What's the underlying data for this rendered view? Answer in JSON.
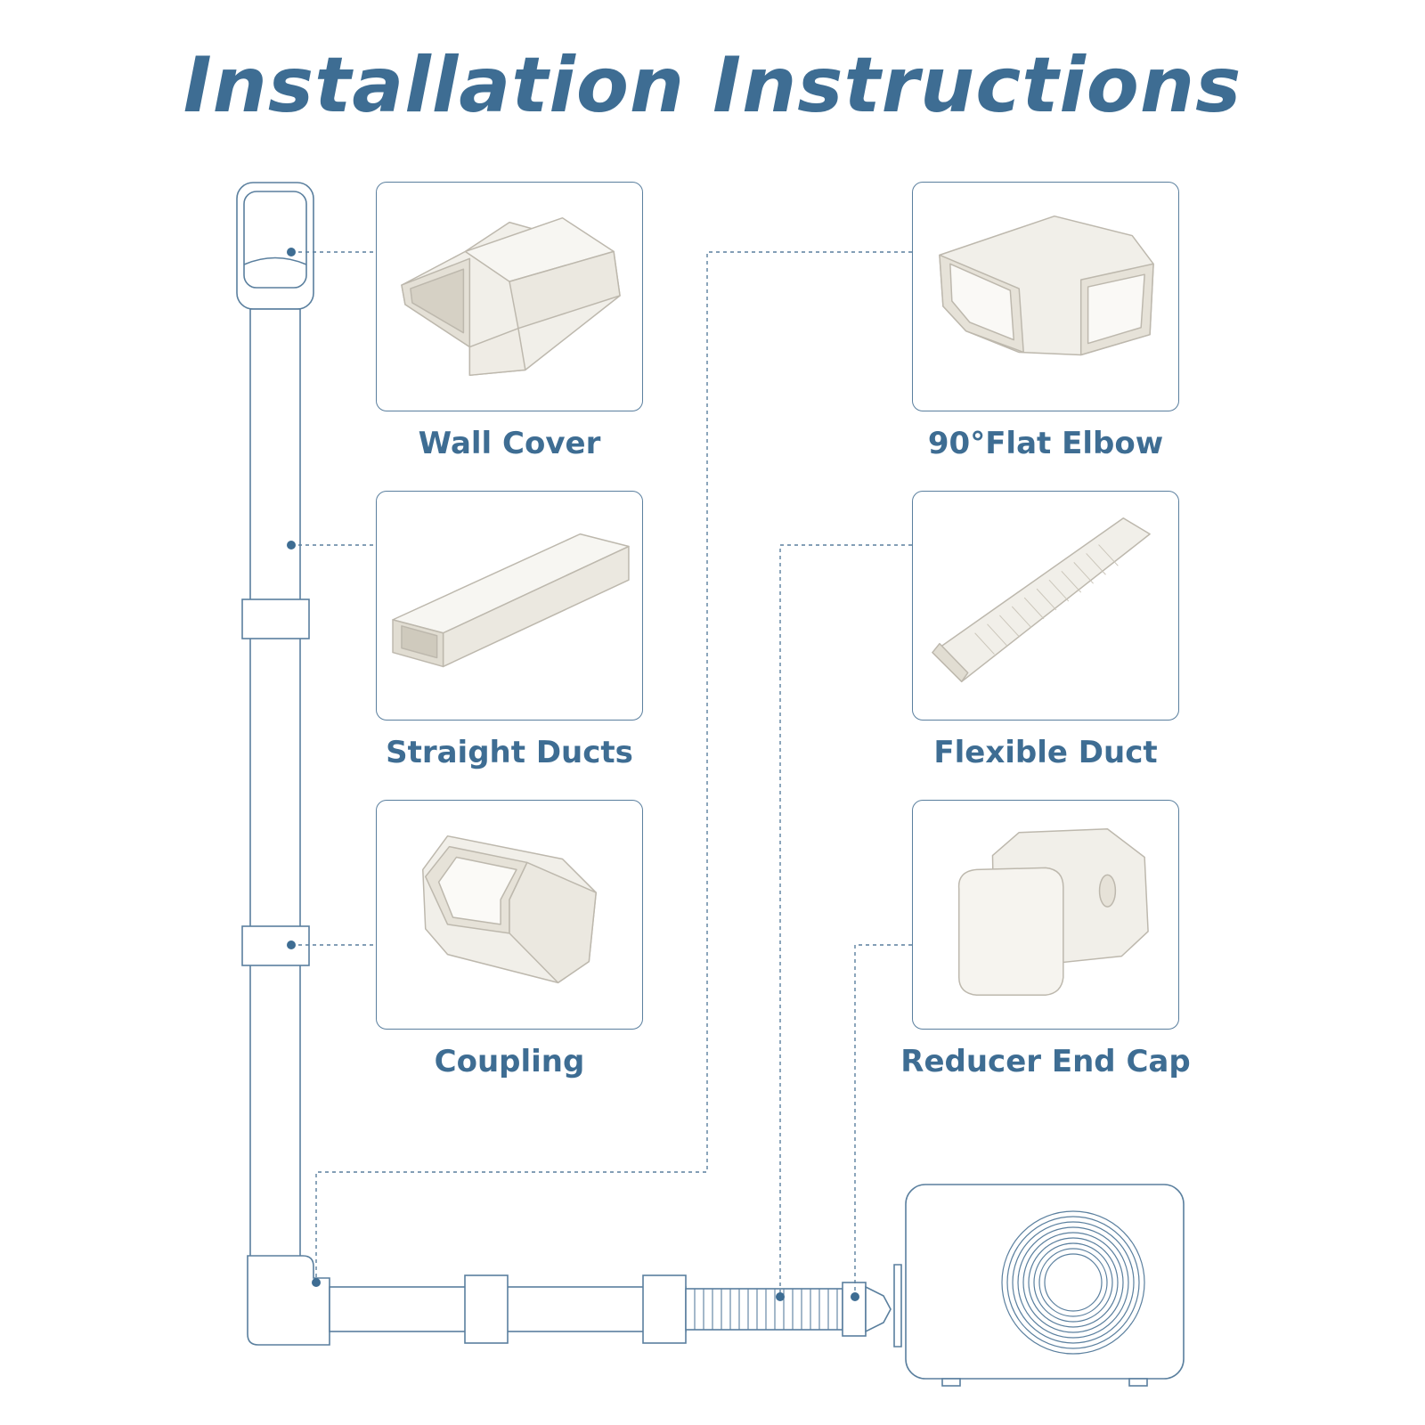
{
  "title": "Installation Instructions",
  "colors": {
    "accent": "#3e6d93",
    "line": "#5a7f9e",
    "part_fill": "#f1efe9",
    "part_stroke": "#c9c5bb"
  },
  "parts": [
    {
      "id": "wall-cover",
      "label": "Wall Cover"
    },
    {
      "id": "straight-ducts",
      "label": "Straight Ducts"
    },
    {
      "id": "coupling",
      "label": "Coupling"
    },
    {
      "id": "flat-elbow",
      "label": "90°Flat Elbow"
    },
    {
      "id": "flexible-duct",
      "label": "Flexible Duct"
    },
    {
      "id": "reducer-end-cap",
      "label": "Reducer End Cap"
    }
  ]
}
